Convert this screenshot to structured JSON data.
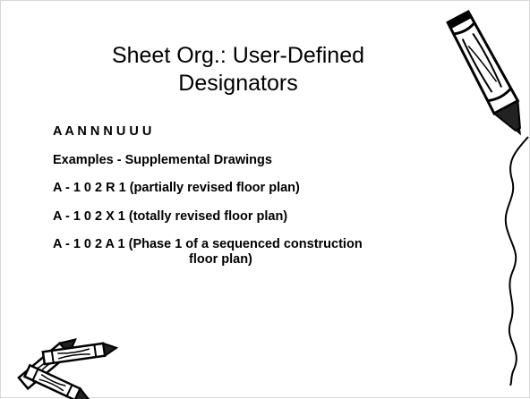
{
  "slide": {
    "title_line1": "Sheet Org.: User-Defined",
    "title_line2": "Designators",
    "bullets": [
      "A A N N N U U U",
      "Examples - Supplemental Drawings",
      "A - 1 0 2 R 1 (partially revised floor plan)",
      "A - 1 0 2 X 1 (totally revised floor plan)"
    ],
    "bullet_wrap": {
      "line1": "A - 1 0 2 A 1 (Phase 1 of a sequenced construction",
      "line2": "floor plan)"
    }
  },
  "clipart": {
    "top_right": "crayon-icon",
    "right_edge": "scribble-line",
    "bottom_left": "crayons-icon"
  }
}
